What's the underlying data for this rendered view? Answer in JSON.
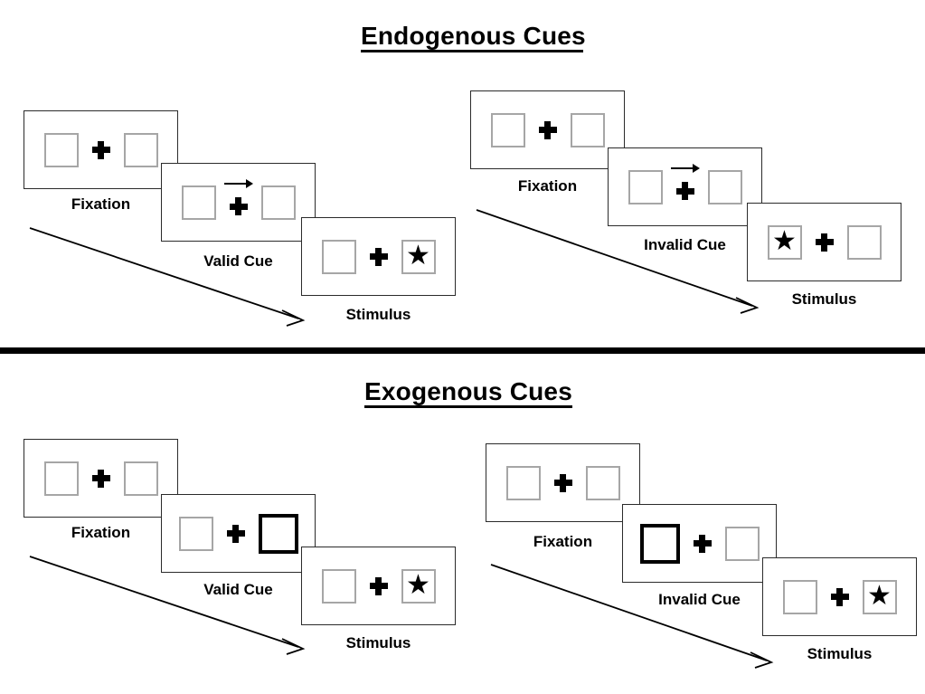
{
  "figure": {
    "sections": [
      {
        "id": "endogenous",
        "title": "Endogenous Cues",
        "sequences": [
          {
            "id": "endogenous-valid",
            "validity": "valid",
            "panels": [
              {
                "caption": "Fixation",
                "left_box": {
                  "cued": false,
                  "content": ""
                },
                "right_box": {
                  "cued": false,
                  "content": ""
                },
                "center_cue": "none"
              },
              {
                "caption": "Valid Cue",
                "left_box": {
                  "cued": false,
                  "content": ""
                },
                "right_box": {
                  "cued": false,
                  "content": ""
                },
                "center_cue": "arrow-right"
              },
              {
                "caption": "Stimulus",
                "left_box": {
                  "cued": false,
                  "content": ""
                },
                "right_box": {
                  "cued": false,
                  "content": "★"
                },
                "center_cue": "none"
              }
            ]
          },
          {
            "id": "endogenous-invalid",
            "validity": "invalid",
            "panels": [
              {
                "caption": "Fixation",
                "left_box": {
                  "cued": false,
                  "content": ""
                },
                "right_box": {
                  "cued": false,
                  "content": ""
                },
                "center_cue": "none"
              },
              {
                "caption": "Invalid Cue",
                "left_box": {
                  "cued": false,
                  "content": ""
                },
                "right_box": {
                  "cued": false,
                  "content": ""
                },
                "center_cue": "arrow-right"
              },
              {
                "caption": "Stimulus",
                "left_box": {
                  "cued": false,
                  "content": "★"
                },
                "right_box": {
                  "cued": false,
                  "content": ""
                },
                "center_cue": "none"
              }
            ]
          }
        ]
      },
      {
        "id": "exogenous",
        "title": "Exogenous Cues",
        "sequences": [
          {
            "id": "exogenous-valid",
            "validity": "valid",
            "panels": [
              {
                "caption": "Fixation",
                "left_box": {
                  "cued": false,
                  "content": ""
                },
                "right_box": {
                  "cued": false,
                  "content": ""
                },
                "center_cue": "none"
              },
              {
                "caption": "Valid Cue",
                "left_box": {
                  "cued": false,
                  "content": ""
                },
                "right_box": {
                  "cued": true,
                  "content": ""
                },
                "center_cue": "none"
              },
              {
                "caption": "Stimulus",
                "left_box": {
                  "cued": false,
                  "content": ""
                },
                "right_box": {
                  "cued": false,
                  "content": "★"
                },
                "center_cue": "none"
              }
            ]
          },
          {
            "id": "exogenous-invalid",
            "validity": "invalid",
            "panels": [
              {
                "caption": "Fixation",
                "left_box": {
                  "cued": false,
                  "content": ""
                },
                "right_box": {
                  "cued": false,
                  "content": ""
                },
                "center_cue": "none"
              },
              {
                "caption": "Invalid Cue",
                "left_box": {
                  "cued": true,
                  "content": ""
                },
                "right_box": {
                  "cued": false,
                  "content": ""
                },
                "center_cue": "none"
              },
              {
                "caption": "Stimulus",
                "left_box": {
                  "cued": false,
                  "content": ""
                },
                "right_box": {
                  "cued": false,
                  "content": "★"
                },
                "center_cue": "none"
              }
            ]
          }
        ]
      }
    ],
    "colors": {
      "background": "#ffffff",
      "panel_border": "#2b2b2b",
      "box_border": "#a6a6a6",
      "cued_box_border": "#000000",
      "ink": "#000000",
      "divider": "#000000"
    }
  }
}
